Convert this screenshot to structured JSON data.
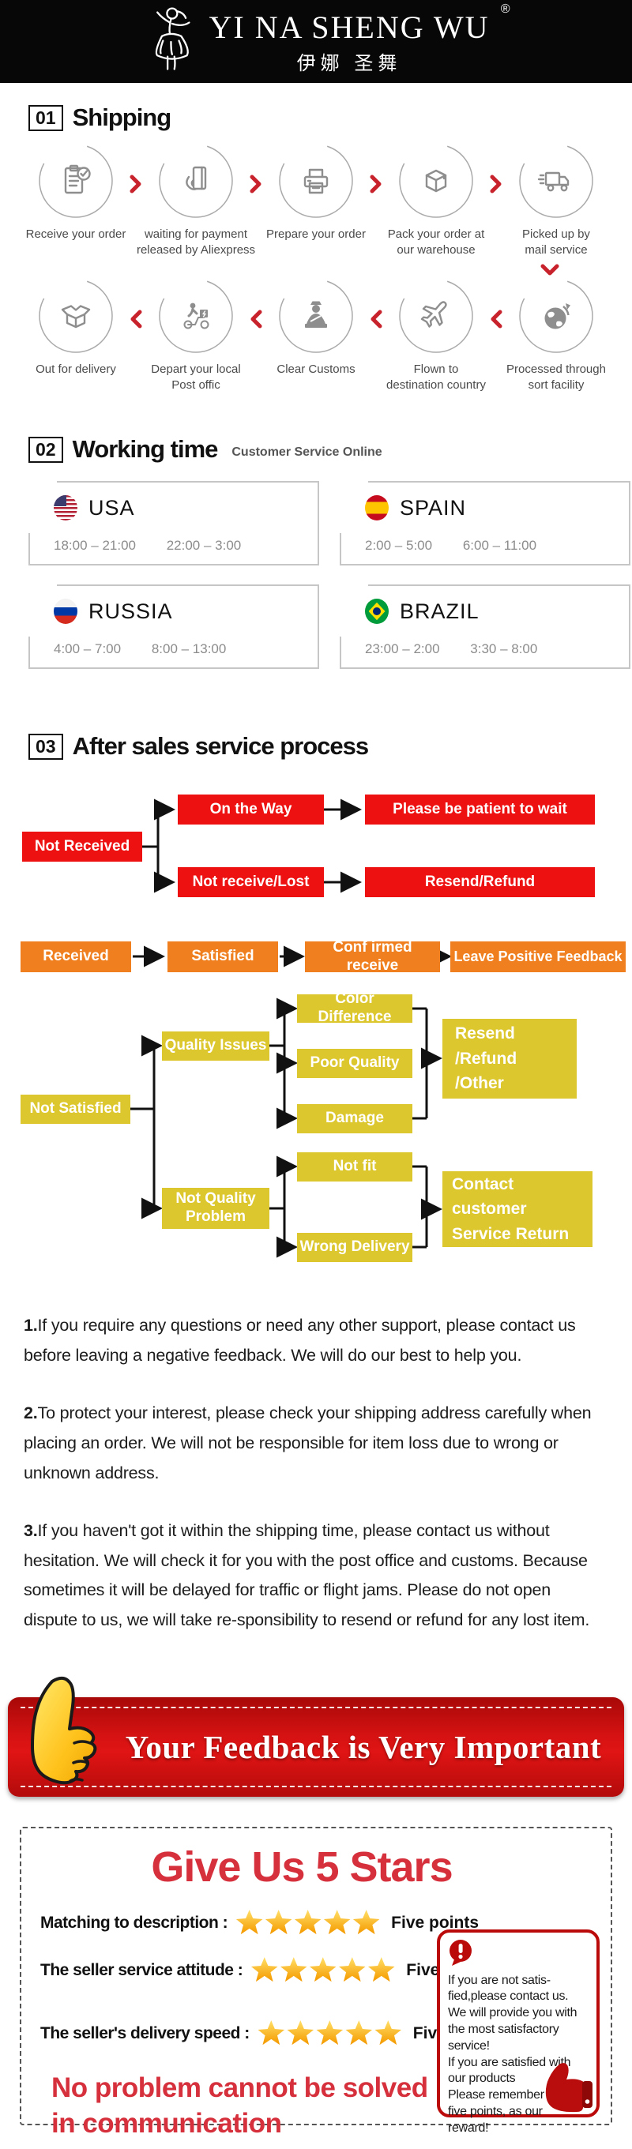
{
  "header": {
    "brand": "YI NA SHENG WU",
    "registered": "®",
    "brand_cn": "伊娜 圣舞"
  },
  "colors": {
    "accent_red": "#ee1111",
    "orange": "#f0801f",
    "yellow": "#ddc72f",
    "banner_red": "#d51212",
    "title_red": "#d5303c",
    "chevron_red": "#c8232c",
    "icon_gray": "#8e8e8e",
    "star_gold": "#f49b00"
  },
  "shipping": {
    "number": "01",
    "title": "Shipping",
    "row1": [
      {
        "label": "Receive your order"
      },
      {
        "label": "waiting for payment\nreleased by Aliexpress"
      },
      {
        "label": "Prepare your order"
      },
      {
        "label": "Pack your order at\nour warehouse"
      },
      {
        "label": "Picked up by\nmail service"
      }
    ],
    "row2": [
      {
        "label": "Out  for delivery"
      },
      {
        "label": "Depart your local\nPost offic"
      },
      {
        "label": "Clear Customs"
      },
      {
        "label": "Flown to\ndestination country"
      },
      {
        "label": "Processed through\nsort facility"
      }
    ]
  },
  "working_time": {
    "number": "02",
    "title": "Working time",
    "subtitle": "Customer Service Online",
    "cards": [
      {
        "country": "USA",
        "time1": "18:00 – 21:00",
        "time2": "22:00 – 3:00"
      },
      {
        "country": "SPAIN",
        "time1": "2:00 – 5:00",
        "time2": "6:00 – 11:00"
      },
      {
        "country": "RUSSIA",
        "time1": "4:00 – 7:00",
        "time2": "8:00 – 13:00"
      },
      {
        "country": "BRAZIL",
        "time1": "23:00 – 2:00",
        "time2": "3:30 – 8:00"
      }
    ]
  },
  "after_sales": {
    "number": "03",
    "title": "After sales service process",
    "not_received": "Not Received",
    "on_the_way": "On the Way",
    "patient": "Please be patient to wait",
    "not_receive_lost": "Not receive/Lost",
    "resend_refund": "Resend/Refund",
    "received": "Received",
    "satisfied": "Satisfied",
    "confirmed": "Conf irmed receive",
    "leave_feedback": "Leave Positive Feedback",
    "not_satisfied": "Not Satisfied",
    "quality_issues": "Quality Issues",
    "color_difference": "Color Difference",
    "poor_quality": "Poor Quality",
    "damage": "Damage",
    "resend_refund_other": "Resend\n/Refund\n/Other",
    "not_quality_problem": "Not Quality\nProblem",
    "not_fit": "Not fit",
    "wrong_delivery": "Wrong Delivery",
    "contact_customer": "Contact customer\nService Return"
  },
  "notes": [
    {
      "num": "1.",
      "text": "If you require any questions or need any other support, please contact us before leaving a negative feedback. We will do our best to help you."
    },
    {
      "num": "2.",
      "text": "To protect your interest, please check your shipping address carefully when placing an order. We will not be responsible for item loss due to wrong or unknown address."
    },
    {
      "num": "3.",
      "text": "If you haven't got it within the shipping time, please contact us without hesitation. We will check it for you with the post office and customs. Because sometimes it will be delayed for traffic or flight jams. Please do not open dispute to us, we will take re-sponsibility to resend or refund for any lost item."
    }
  ],
  "banner": {
    "text": "Your Feedback is Very Important"
  },
  "stars": {
    "title": "Give Us 5 Stars",
    "rows": [
      {
        "label": "Matching to description :",
        "suffix": "Five points"
      },
      {
        "label": "The seller service attitude :",
        "suffix": "Five points"
      },
      {
        "label": "The seller's delivery speed :",
        "suffix": "Five points"
      }
    ],
    "slogan": "No problem cannot be solved\n in communication",
    "tip_text": "If you are not satis-\nfied,please contact us.\nWe will provide you with\nthe most satisfactory\nservice!\nIf you are satisfied with\nour products\nPlease remember Hit\nfive points, as our\nreward!"
  }
}
